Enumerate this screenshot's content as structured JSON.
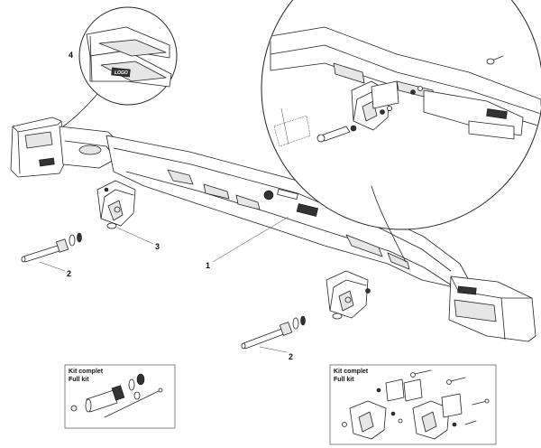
{
  "callouts": {
    "part_1": "1",
    "part_2_left": "2",
    "part_2_right": "2",
    "part_3": "3",
    "part_4": "4"
  },
  "kit_left": {
    "line1": "Kit complet",
    "line2": "Full kit"
  },
  "kit_right": {
    "line1": "Kit complet",
    "line2": "Full kit"
  },
  "logo_text": "LOGO",
  "colors": {
    "line": "#222222",
    "shade": "#e6e6e6",
    "dark": "#333333",
    "background": "#ffffff"
  }
}
